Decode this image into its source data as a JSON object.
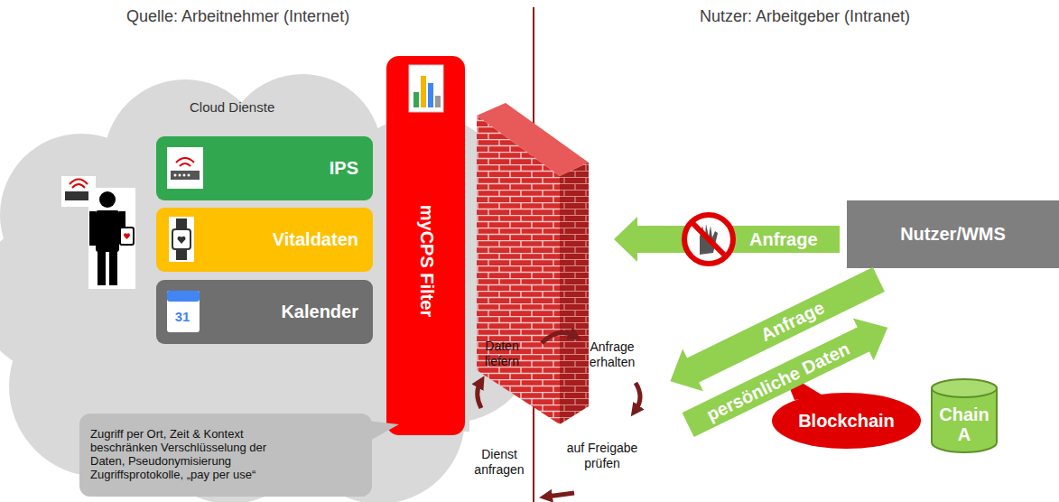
{
  "diagram": {
    "nodes": [
      {
        "text": [
          "Cloud Dienste"
        ]
      },
      {
        "text": [
          "IPS"
        ],
        "in": 0
      },
      {
        "text": [
          "Vitaldaten"
        ],
        "in": 0
      },
      {
        "text": [
          "Kalender"
        ],
        "in": 0
      },
      {
        "text": [
          "myCPS Filter"
        ]
      },
      {
        "text": [
          "Zugriff per Ort, Zeit & Kontext beschränken Verschlüsselung der Daten, Pseudonymisierung Zugriffsprotokolle, „pay per use“"
        ]
      },
      {
        "text": [
          "Nutzer/WMS"
        ]
      },
      {
        "text": [
          "Blockchain"
        ]
      },
      {
        "text": [
          "Chain A"
        ]
      }
    ],
    "labels": [
      "Quelle: Arbeitnehmer (Internet)",
      "Nutzer: Arbeitgeber (Intranet)",
      "31",
      "Anfrage",
      "Anfrage",
      "persönliche Daten",
      "Daten liefern",
      "Anfrage erhalten",
      "auf Freigabe prüfen",
      "Dienst anfragen"
    ]
  }
}
